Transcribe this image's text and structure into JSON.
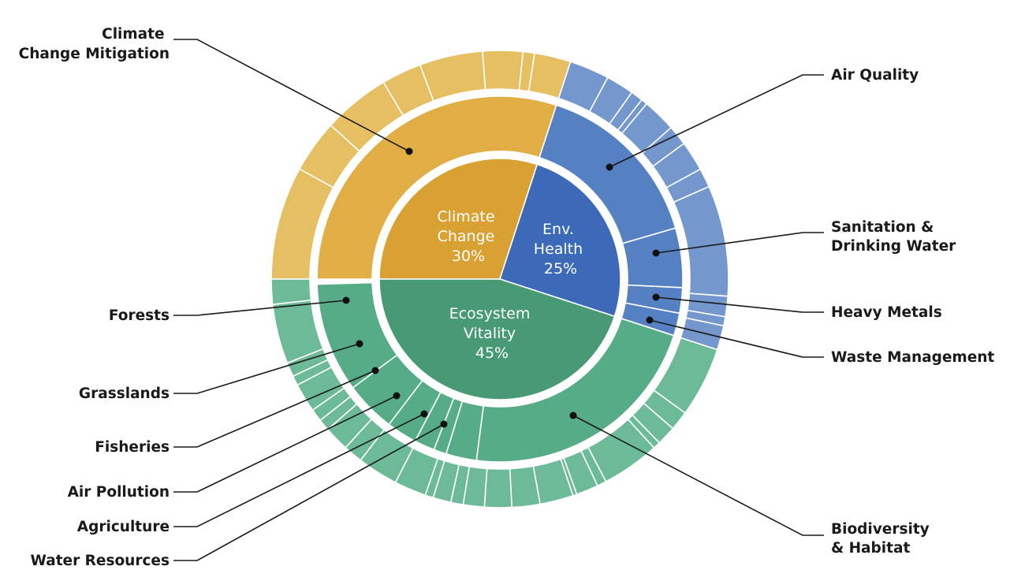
{
  "chart_data": {
    "type": "sunburst",
    "title": "",
    "categories": [
      {
        "name": "Climate Change",
        "percent_label": "30%",
        "value": 30,
        "color": "#D9A032"
      },
      {
        "name": "Env. Health",
        "percent_label": "25%",
        "value": 25,
        "color": "#3D6AB8"
      },
      {
        "name": "Ecosystem Vitality",
        "percent_label": "45%",
        "value": 45,
        "color": "#479A74"
      }
    ],
    "issues": [
      {
        "name": "Climate Change Mitigation",
        "parent": "Climate Change",
        "color": "#E1AE45"
      },
      {
        "name": "Air Quality",
        "parent": "Env. Health",
        "color": "#5581C3"
      },
      {
        "name": "Sanitation & Drinking Water",
        "parent": "Env. Health",
        "color": "#5581C3"
      },
      {
        "name": "Heavy Metals",
        "parent": "Env. Health",
        "color": "#5581C3"
      },
      {
        "name": "Waste Management",
        "parent": "Env. Health",
        "color": "#5581C3"
      },
      {
        "name": "Forests",
        "parent": "Ecosystem Vitality",
        "color": "#55AC86"
      },
      {
        "name": "Grasslands",
        "parent": "Ecosystem Vitality",
        "color": "#55AC86"
      },
      {
        "name": "Fisheries",
        "parent": "Ecosystem Vitality",
        "color": "#55AC86"
      },
      {
        "name": "Air Pollution",
        "parent": "Ecosystem Vitality",
        "color": "#55AC86"
      },
      {
        "name": "Agriculture",
        "parent": "Ecosystem Vitality",
        "color": "#55AC86"
      },
      {
        "name": "Water Resources",
        "parent": "Ecosystem Vitality",
        "color": "#55AC86"
      },
      {
        "name": "Biodiversity & Habitat",
        "parent": "Ecosystem Vitality",
        "color": "#55AC86"
      }
    ],
    "indicator_ring_colors": {
      "Climate Change": "#E6BF62",
      "Env. Health": "#7498CE",
      "Ecosystem Vitality": "#6DBA98"
    }
  },
  "labels": {
    "center": {
      "climate": [
        "Climate",
        "Change",
        "30%"
      ],
      "env_health": [
        "Env.",
        "Health",
        "25%"
      ],
      "ecosystem": [
        "Ecosystem",
        "Vitality",
        "45%"
      ]
    },
    "callouts": {
      "climate_mitigation": [
        "Climate",
        "Change Mitigation"
      ],
      "air_quality": [
        "Air Quality"
      ],
      "sanitation": [
        "Sanitation &",
        "Drinking Water"
      ],
      "heavy_metals": [
        "Heavy Metals"
      ],
      "waste": [
        "Waste Management"
      ],
      "forests": [
        "Forests"
      ],
      "grasslands": [
        "Grasslands"
      ],
      "fisheries": [
        "Fisheries"
      ],
      "air_pollution": [
        "Air Pollution"
      ],
      "agriculture": [
        "Agriculture"
      ],
      "water_resources": [
        "Water Resources"
      ],
      "biodiversity": [
        "Biodiversity",
        "& Habitat"
      ]
    }
  }
}
